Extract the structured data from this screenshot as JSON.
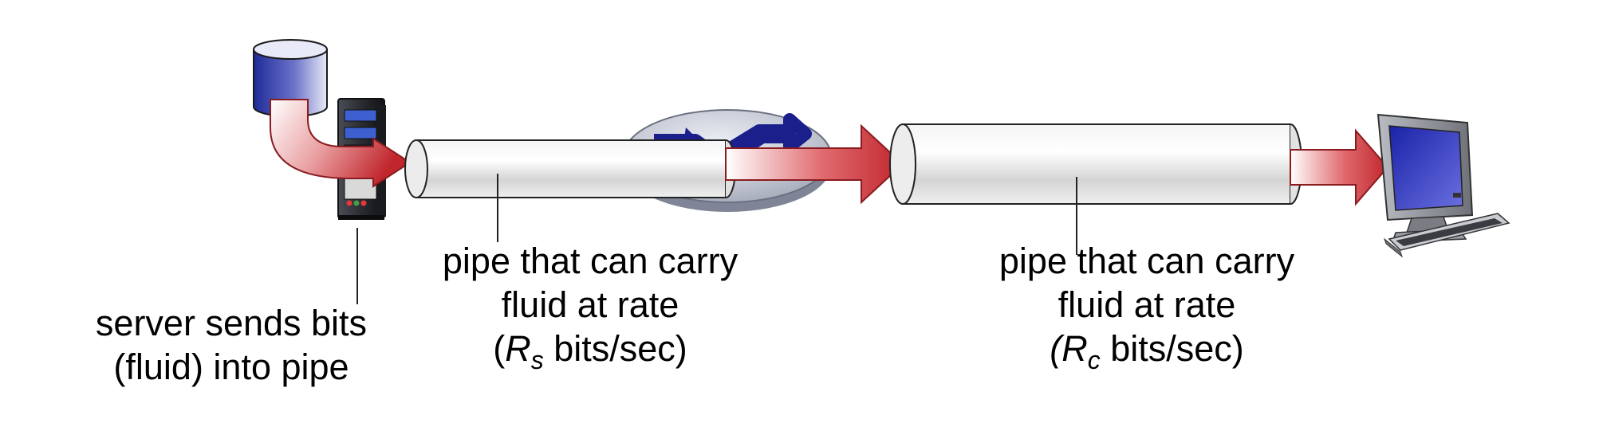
{
  "diagram": {
    "server_label": {
      "line1": "server sends bits",
      "line2": "(fluid) into pipe"
    },
    "pipe_left_label": {
      "line1": "pipe that can carry",
      "line2": "fluid at rate",
      "rate_open": "(",
      "rate_symbol": "R",
      "rate_subscript": "s",
      "rate_unit": " bits/sec)"
    },
    "pipe_right_label": {
      "line1": "pipe that can carry",
      "line2": "fluid at rate",
      "rate_open": "(",
      "rate_symbol": "R",
      "rate_subscript": "c",
      "rate_unit": " bits/sec)"
    },
    "icons": [
      "database-icon",
      "server-icon",
      "router-icon",
      "desktop-computer-icon"
    ],
    "colors": {
      "arrow_fill": "#c0262c",
      "arrow_fade": "#ffffff",
      "pipe_light": "#ffffff",
      "pipe_mid": "#d9d9d9",
      "router_body": "#b8bcc8",
      "router_arrows": "#1a1f8c",
      "database_blue": "#1f2b9a",
      "screen_blue": "#2e36c9"
    }
  }
}
